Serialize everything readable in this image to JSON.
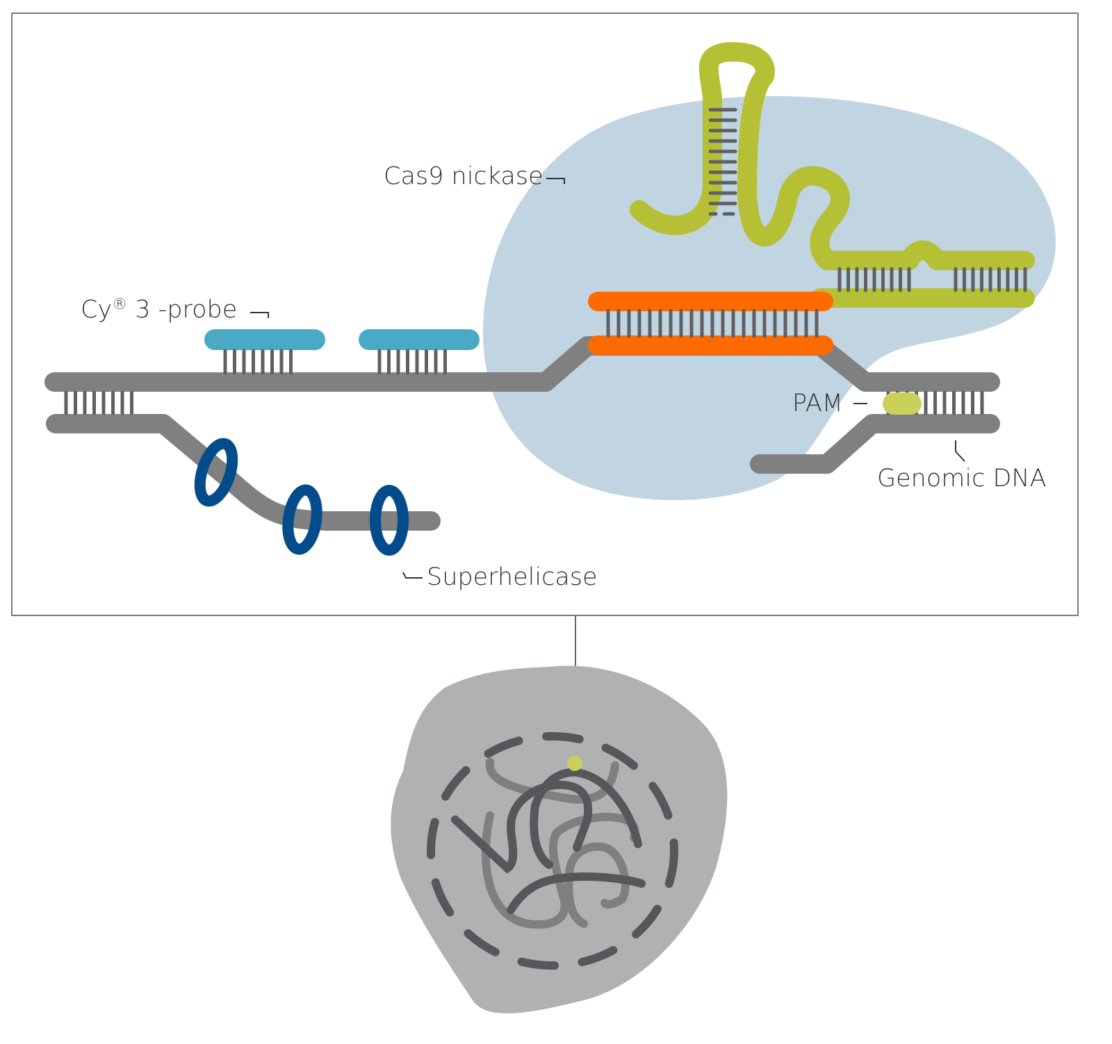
{
  "labels": {
    "cas9": "Cas9 nickase",
    "probe_prefix": "Cy",
    "probe_reg": "®",
    "probe_suffix": " 3 -probe",
    "pam": "PAM",
    "genomic_dna": "Genomic DNA",
    "superhelicase": "Superhelicase"
  },
  "colors": {
    "frame": "#7a7a7a",
    "cas9_blob": "#c0d4e1",
    "dna_strand": "#808080",
    "base_pair": "#5f6063",
    "probe": "#4aa9c4",
    "guide_rna": "#b6c035",
    "target_duplex": "#ff6a00",
    "pam": "#c9d15a",
    "helicase": "#034c8c",
    "cell": "#b0b1b1",
    "nucleus_dash": "#55575b",
    "chromatin_dark": "#55575b",
    "chromatin_light": "#7f7f7f",
    "locus_dot": "#c9d15a",
    "leader_line": "#666666"
  }
}
